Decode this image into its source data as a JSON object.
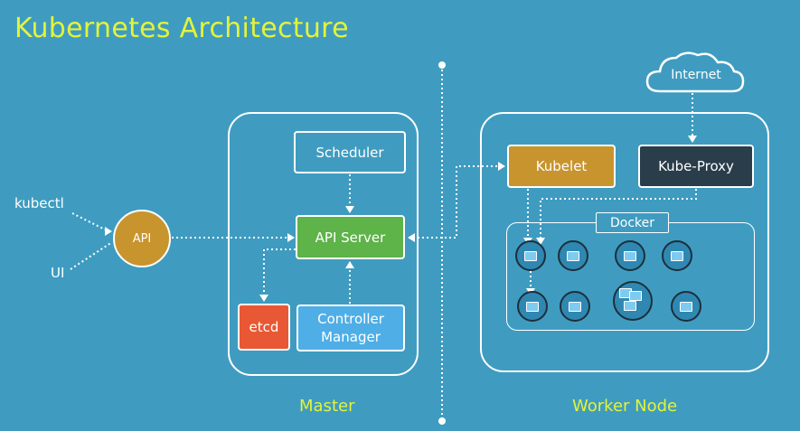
{
  "title": "Kubernetes Architecture",
  "clients": {
    "kubectl": "kubectl",
    "ui": "UI",
    "api": "API"
  },
  "master": {
    "label": "Master",
    "scheduler": "Scheduler",
    "api_server": "API Server",
    "etcd": "etcd",
    "controller_manager": "Controller\nManager"
  },
  "worker": {
    "label": "Worker Node",
    "kubelet": "Kubelet",
    "kube_proxy": "Kube-Proxy",
    "docker": "Docker",
    "internet": "Internet",
    "pods": [
      {
        "containers": 1
      },
      {
        "containers": 1
      },
      {
        "containers": 1
      },
      {
        "containers": 1
      },
      {
        "containers": 1
      },
      {
        "containers": 1
      },
      {
        "containers": 3
      },
      {
        "containers": 1
      }
    ]
  },
  "colors": {
    "background": "#3f9cc0",
    "title": "#e3f33a",
    "api_server": "#5eb349",
    "etcd": "#e85834",
    "controller_manager": "#4faee6",
    "kubelet": "#c8942e",
    "kube_proxy": "#2a3d4a",
    "api_client": "#c8942e"
  }
}
